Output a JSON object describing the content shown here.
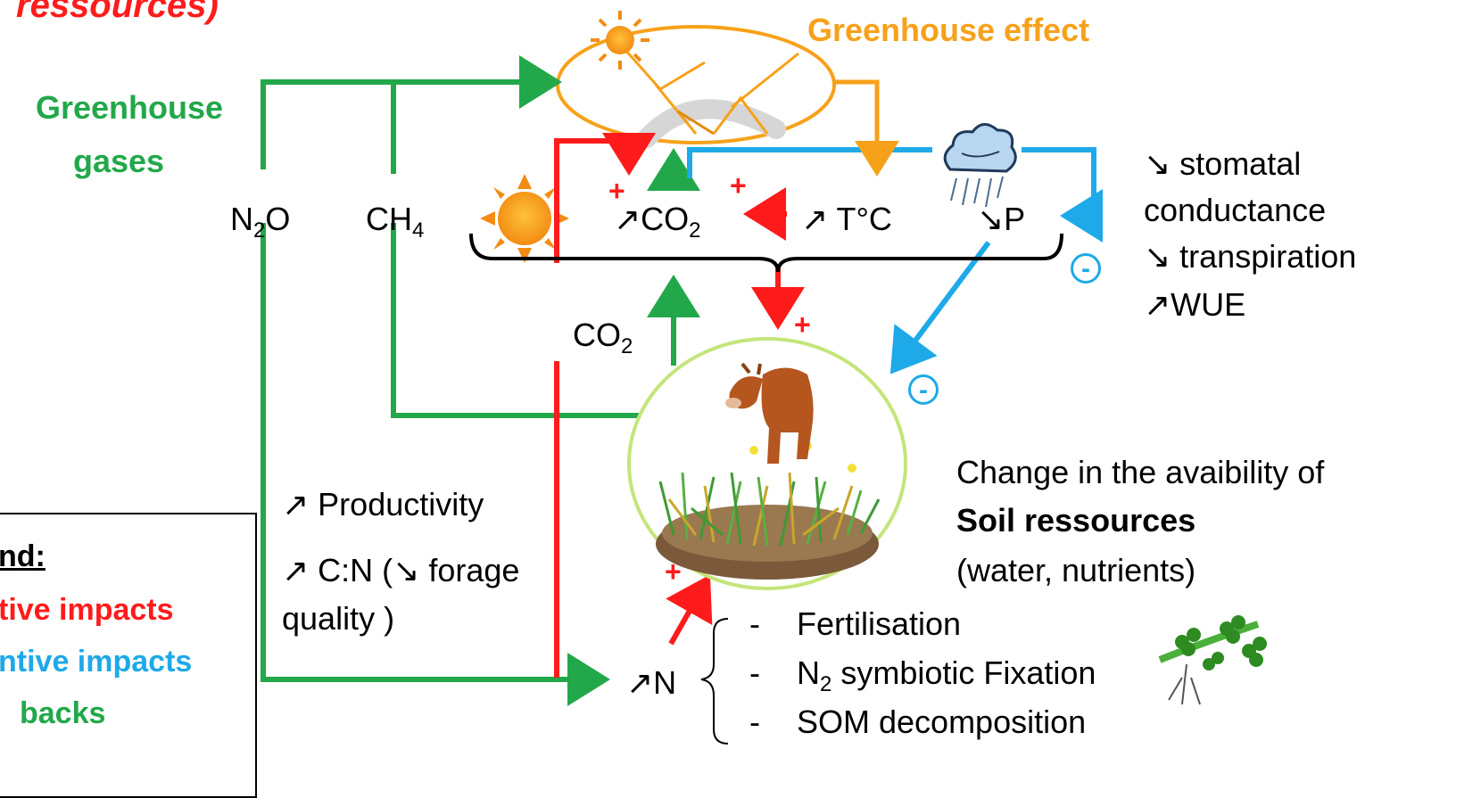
{
  "header": {
    "top_left_fragment": "ressources)",
    "greenhouse_effect": "Greenhouse effect",
    "greenhouse_gases_line1": "Greenhouse",
    "greenhouse_gases_line2": "gases"
  },
  "gases": {
    "n2o_main": "N",
    "n2o_sub": "2",
    "n2o_tail": "O",
    "ch4_main": "CH",
    "ch4_sub": "4",
    "co2_main": "CO",
    "co2_sub": "2"
  },
  "climate": {
    "co2_arrow": "↗",
    "co2_main": "CO",
    "co2_sub": "2",
    "temp": "↗ T°C",
    "precip": "↘P"
  },
  "plant_response": {
    "line1": "↘ stomatal",
    "line2": "conductance",
    "line3": "↘ transpiration",
    "line4": "↗WUE"
  },
  "productivity": {
    "line1": "↗ Productivity",
    "line2": "↗ C:N (↘ forage",
    "line3": "quality )"
  },
  "soil": {
    "line1": "Change in the avaibility of",
    "line2": "Soil ressources",
    "line3": "(water, nutrients)"
  },
  "nitrogen": {
    "label": "↗N",
    "dash": "-",
    "item1": "Fertilisation",
    "item2_main": "N",
    "item2_sub": "2",
    "item2_tail": " symbiotic Fixation",
    "item3": "SOM decomposition"
  },
  "signs": {
    "plus": "+",
    "minus": "-"
  },
  "legend": {
    "title": "nd:",
    "positive": "tive impacts",
    "negative": "ntive impacts",
    "feedbacks": "backs"
  },
  "colors": {
    "positive": "#FF1B1B",
    "negative": "#1EA9E9",
    "feedback": "#22A84A",
    "greenhouse": "#F7A11A",
    "sun": "#F7A11A"
  }
}
